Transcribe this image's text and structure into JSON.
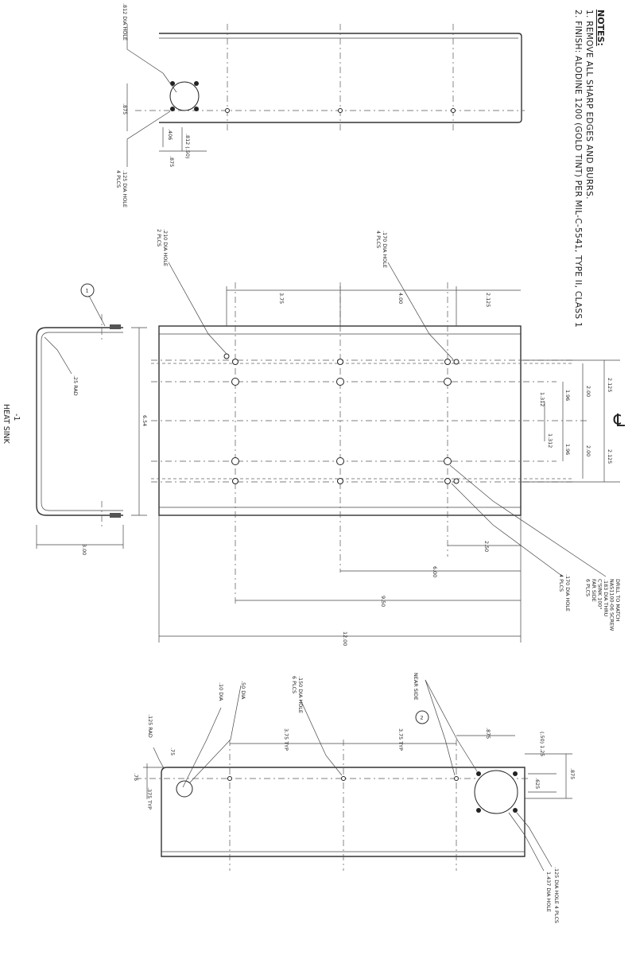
{
  "notes": {
    "heading": "NOTES:",
    "items": [
      "1. REMOVE ALL SHARP EDGES AND BURRS.",
      "2. FINISH: ALODINE 1200 (GOLD TINT) PER MIL-C-5541, TYPE II, CLASS 1"
    ]
  },
  "top_view": {
    "labels": {
      "hole812": ".812 DIA HOLE",
      "hole125": ".125 DIA HOLE",
      "hole125_qty": "4 PLCS"
    },
    "dims": {
      "d875_left": ".875",
      "d406": ".406",
      "d812_50": ".812 (.50)",
      "d875_bottom": ".875"
    }
  },
  "middle_view": {
    "labels": {
      "hole210": ".210 DIA HOLE",
      "hole210_qty": "2 PLCS",
      "hole170_top": ".170 DIA HOLE",
      "hole170_top_qty": "4 PLCS",
      "drill_note": [
        "DRILL TO MATCH",
        "NAS1100-06 SCREW",
        ".183 DIA THRU",
        "C'SINK 100°",
        "FAR SIDE",
        "6 PLCS"
      ],
      "hole170_bot": ".170 DIA HOLE",
      "hole170_bot_qty": "4 PLCS",
      "centerline": "℄"
    },
    "dims": {
      "d375": "3.75",
      "d400": "4.00",
      "d2125_top": "2.125",
      "d2125_a": "2.125",
      "d200_a": "2.00",
      "d196_a": "1.96",
      "d1312_a": "1.312",
      "d1312_b": "1.312",
      "d196_b": "1.96",
      "d200_b": "2.00",
      "d2125_b": "2.125",
      "d250": "2.50",
      "d600": "6.00",
      "d950": "9.50",
      "d1200": "12.00"
    }
  },
  "section_view": {
    "rad": ".25 RAD",
    "height": "6.54",
    "depth": "3.00",
    "balloon": "1",
    "part_dash": "-1",
    "caption": "HEAT SINK"
  },
  "bottom_view": {
    "labels": {
      "near_side": "NEAR SIDE",
      "balloon": "2",
      "hole150": ".150 DIA HOLE",
      "hole150_qty": "6 PLCS",
      "dia50": ".50 DIA",
      "dia10": ".10 DIA",
      "rad125": ".125 RAD",
      "hole125": ".125 DIA HOLE 4 PLCS",
      "hole1437": "1.437 DIA HOLE"
    },
    "dims": {
      "d375_typ_a": "3.75 TYP",
      "d375_typ_b": "3.75 TYP",
      "d875_top": ".875",
      "d50_125": "(.50) 1.25",
      "d875_right": ".875",
      "d625": ".625",
      "d75_a": ".75",
      "d75_b": ".75",
      "d375_typ_c": ".375 TYP"
    }
  }
}
